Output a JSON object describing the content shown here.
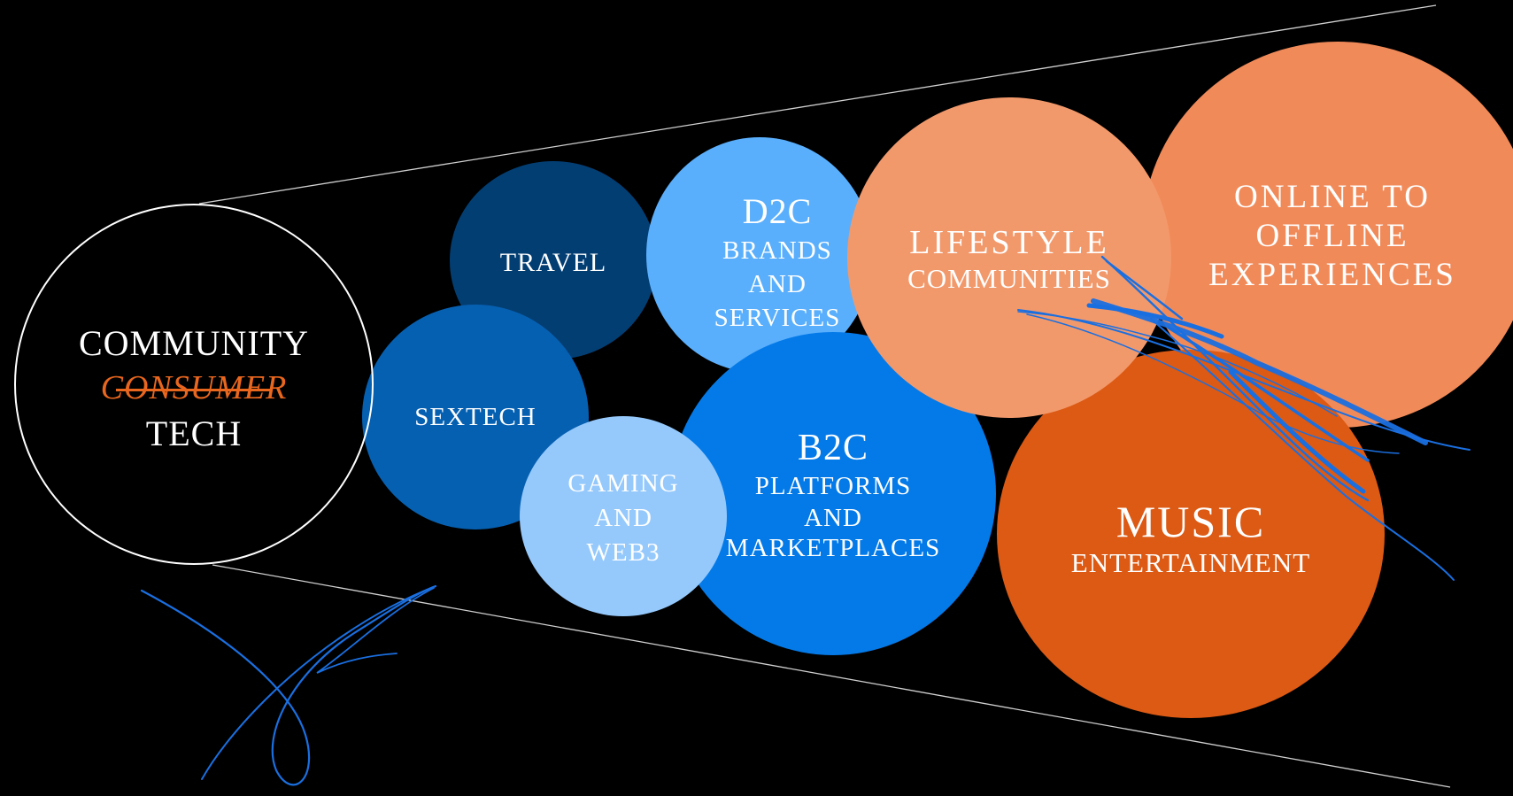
{
  "hub": {
    "line1": "COMMUNITY",
    "struck": "CONSUMER",
    "line3": "TECH"
  },
  "bubbles": {
    "travel": {
      "title": "TRAVEL"
    },
    "d2c": {
      "title": "D2C",
      "sub1": "BRANDS",
      "sub2": "AND",
      "sub3": "SERVICES"
    },
    "sextech": {
      "title": "SEXTECH"
    },
    "gaming": {
      "l1": "GAMING",
      "l2": "AND",
      "l3": "WEB3"
    },
    "b2c": {
      "title": "B2C",
      "sub1": "PLATFORMS",
      "sub2": "AND",
      "sub3": "MARKETPLACES"
    },
    "lifestyle": {
      "title": "LIFESTYLE",
      "sub1": "COMMUNITIES"
    },
    "online": {
      "l1": "ONLINE TO",
      "l2": "OFFLINE",
      "l3": "EXPERIENCES"
    },
    "music": {
      "title": "MUSIC",
      "sub1": "ENTERTAINMENT"
    }
  },
  "colors": {
    "background": "#000000",
    "navy": "#033e73",
    "royal": "#0660b1",
    "sky": "#5aaffc",
    "pale": "#95c9fc",
    "bright": "#047ae8",
    "peach": "#f2996c",
    "orange": "#f18a59",
    "rust": "#dc5a14",
    "scribble": "#1a6fe0"
  }
}
